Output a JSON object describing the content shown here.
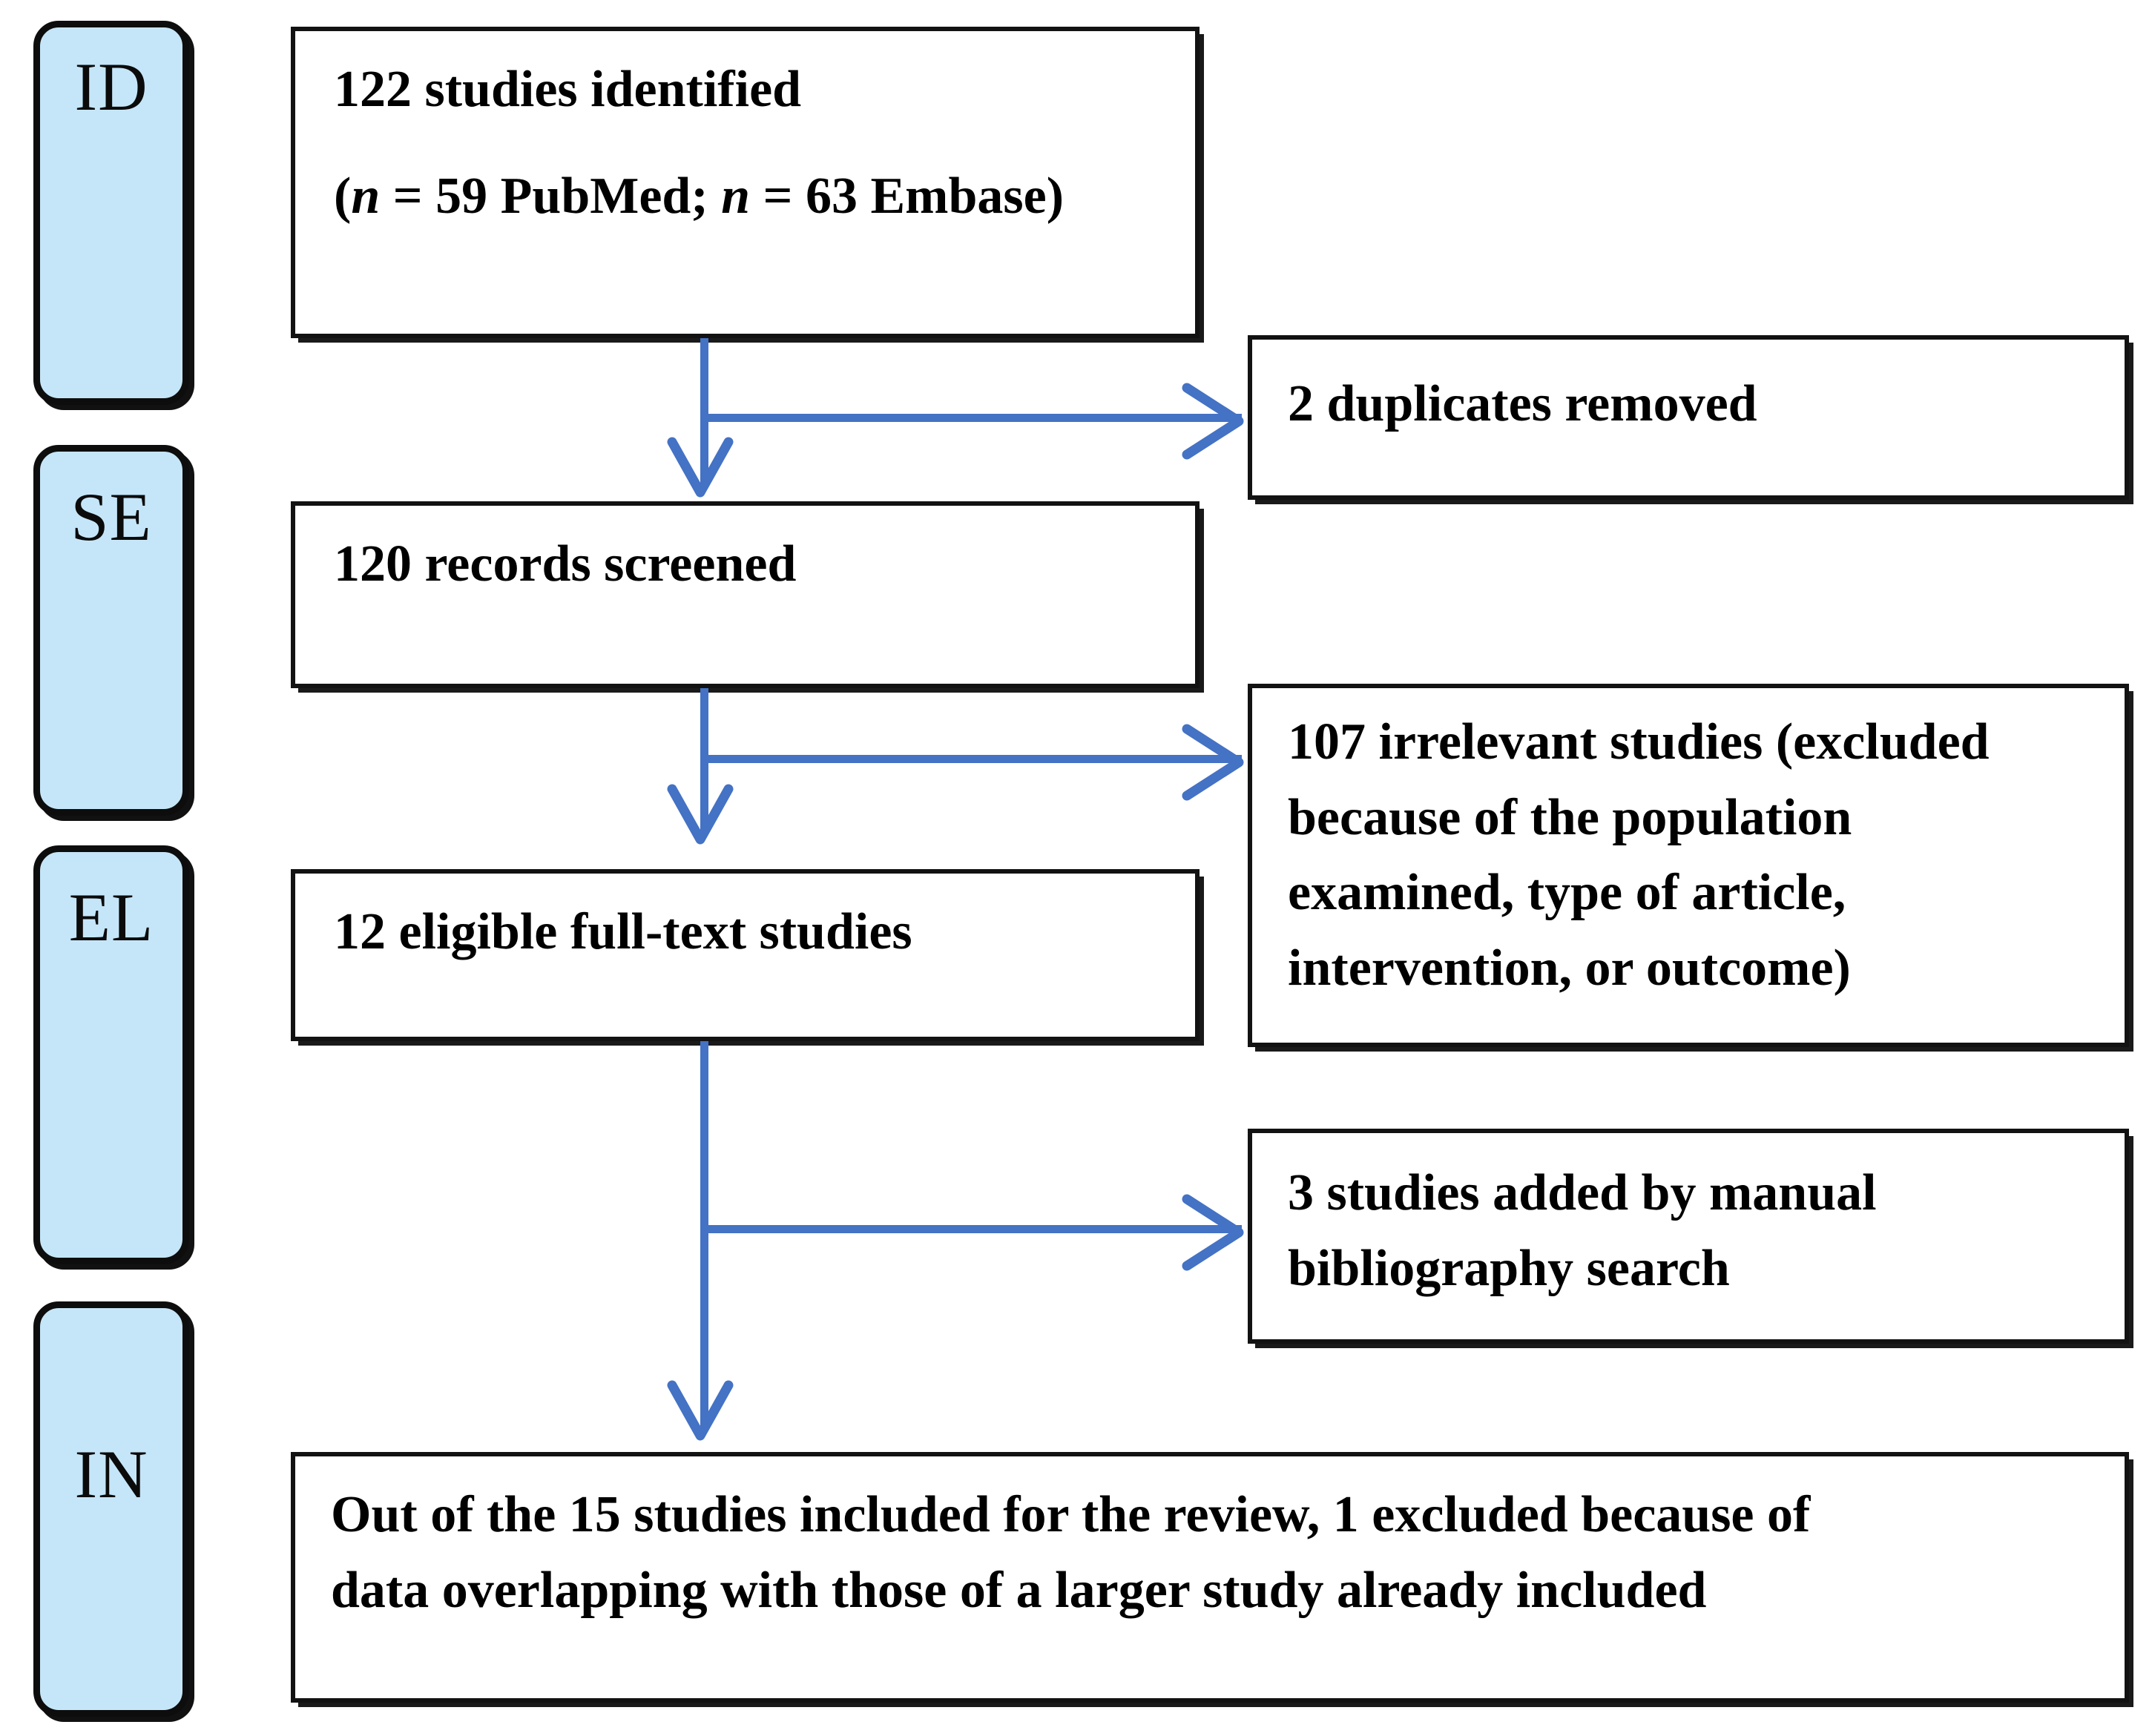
{
  "diagram": {
    "type": "prisma-flow-diagram",
    "accent_color": "#4472C4",
    "stage_label_fill": "#C5E6F8",
    "box_border_color": "#121212",
    "stage_labels": [
      {
        "id": "identification",
        "label": "ID"
      },
      {
        "id": "screening",
        "label": "SE"
      },
      {
        "id": "eligibility",
        "label": "EL"
      },
      {
        "id": "included",
        "label": "IN"
      }
    ],
    "boxes": {
      "identified": {
        "line1": "122 studies identified",
        "line2_pre": "(",
        "line2_n1": "n",
        "line2_mid": " = 59 PubMed; ",
        "line2_n2": "n",
        "line2_post": " = 63 Embase)"
      },
      "duplicates_removed": {
        "text": "2 duplicates removed"
      },
      "records_screened": {
        "text": "120 records screened"
      },
      "irrelevant_excluded": {
        "text": "107 irrelevant studies (excluded\nbecause of the population\nexamined, type of article,\nintervention, or outcome)"
      },
      "eligible_fulltext": {
        "text": "12 eligible full-text studies"
      },
      "manual_added": {
        "text": "3 studies added by manual\nbibliography search"
      },
      "included_final": {
        "text": "Out of the 15 studies included for the review, 1 excluded because of\ndata overlapping with those of a larger study already included"
      }
    },
    "counts": {
      "identified_total": 122,
      "pubmed": 59,
      "embase": 63,
      "duplicates_removed": 2,
      "records_screened": 120,
      "irrelevant_excluded": 107,
      "eligible_fulltext": 12,
      "manual_added": 3,
      "included_for_review": 15,
      "excluded_overlap": 1
    }
  }
}
